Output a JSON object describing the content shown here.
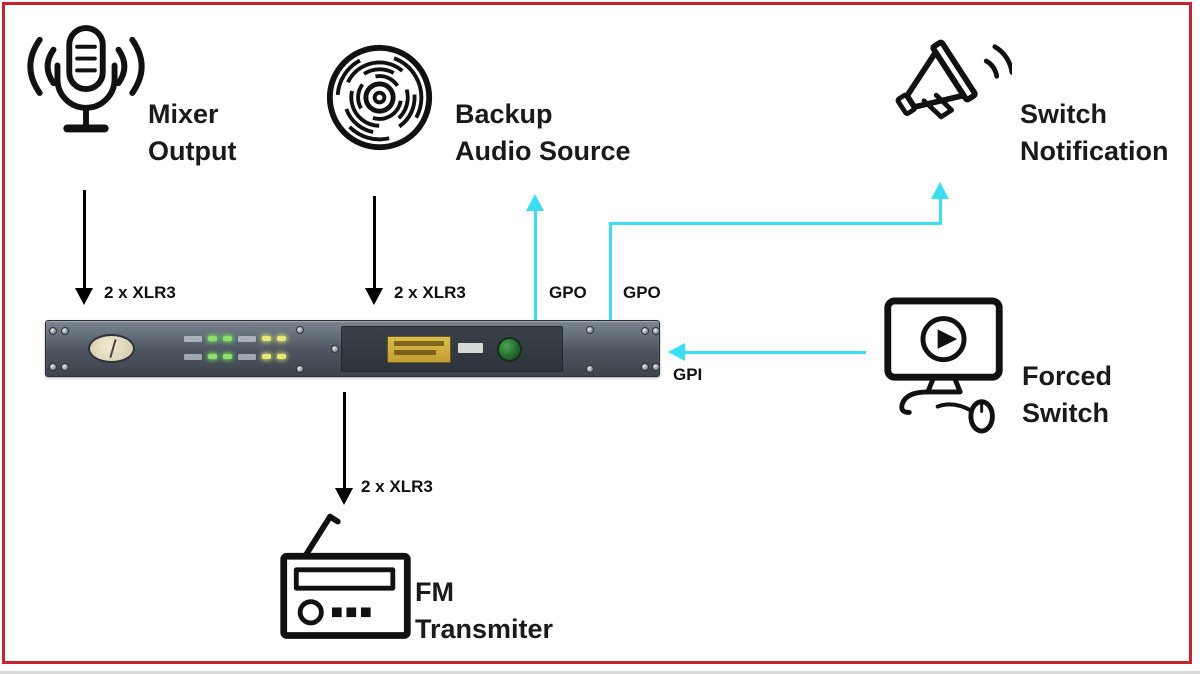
{
  "diagram": {
    "nodes": {
      "mixer": {
        "line1": "Mixer",
        "line2": "Output"
      },
      "backup": {
        "line1": "Backup",
        "line2": "Audio Source"
      },
      "notification": {
        "line1": "Switch",
        "line2": "Notification"
      },
      "forced": {
        "line1": "Forced",
        "line2": "Switch"
      },
      "fm": {
        "line1": "FM",
        "line2": "Transmiter"
      }
    },
    "connection_labels": {
      "mixer_to_device": "2 x XLR3",
      "backup_to_device": "2 x XLR3",
      "device_to_fm": "2 x XLR3",
      "gpo_backup": "GPO",
      "gpo_notification": "GPO",
      "gpi_forced": "GPI"
    },
    "icons": {
      "mixer": "microphone-icon",
      "backup": "disc-icon",
      "notification": "megaphone-icon",
      "forced": "monitor-play-icon",
      "fm": "radio-icon"
    },
    "colors": {
      "signal": "#3adef0",
      "arrow": "#000000",
      "border": "#c4242c"
    }
  }
}
